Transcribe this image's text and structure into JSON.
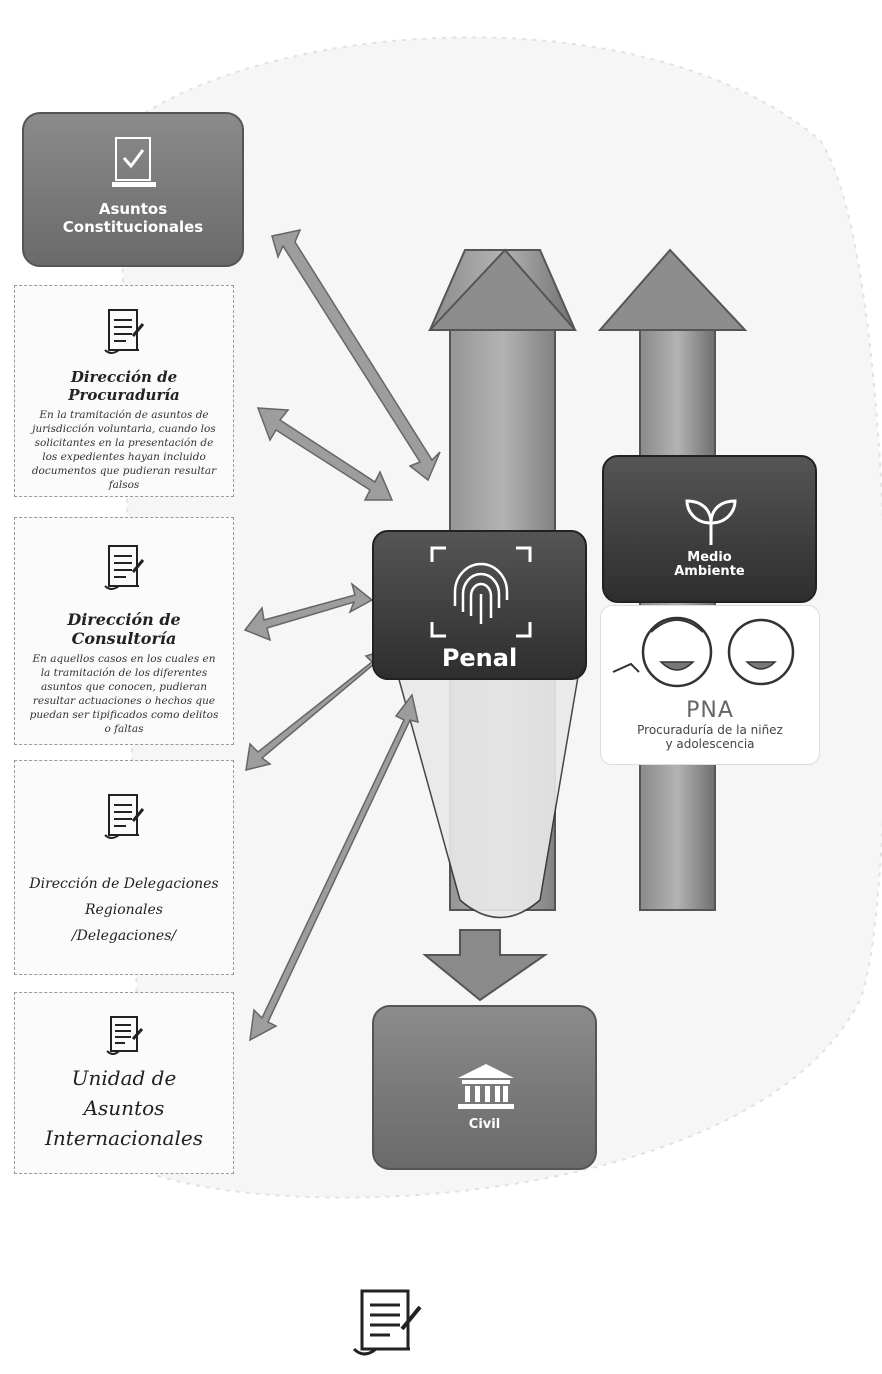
{
  "boxes": {
    "constitucionales": {
      "line1": "Asuntos",
      "line2": "Constitucionales"
    },
    "penal": {
      "label": "Penal"
    },
    "medio_ambiente": {
      "line1": "Medio",
      "line2": "Ambiente"
    },
    "pna": {
      "acronym": "PNA",
      "line1": "Procuraduría de la niñez",
      "line2": "y adolescencia"
    },
    "civil": {
      "label": "Civil"
    }
  },
  "cards": {
    "procuraduria": {
      "title": "Dirección de Procuraduría",
      "text": "En la tramitación de asuntos de jurisdicción voluntaria, cuando los solicitantes en la presentación de los expedientes hayan incluido documentos que pudieran resultar falsos"
    },
    "consultoria": {
      "title": "Dirección de Consultoría",
      "text": "En aquellos casos en los cuales en la tramitación de los diferentes asuntos que conocen, pudieran resultar actuaciones o hechos que puedan ser tipificados como delitos o faltas"
    },
    "delegaciones": {
      "line1": "Dirección de Delegaciones",
      "line2": "Regionales",
      "line3": "/Delegaciones/"
    },
    "internacionales": {
      "line1": "Unidad de",
      "line2": "Asuntos",
      "line3": "Internacionales"
    }
  },
  "colors": {
    "arrow_fill": "#9a9a9a",
    "arrow_dark": "#6f6f6f",
    "box_gray": "#7a7a7a",
    "box_dark": "#3a3a3a"
  }
}
